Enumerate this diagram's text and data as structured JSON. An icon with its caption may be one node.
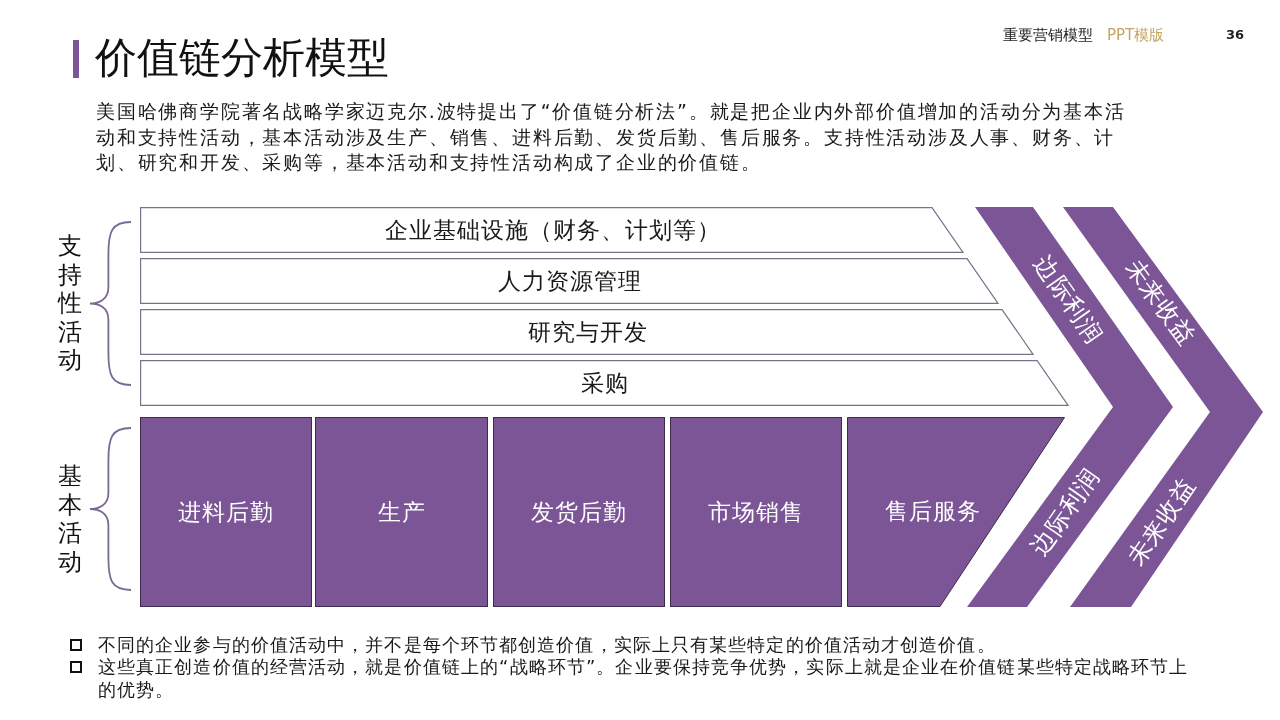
{
  "diagram": {
    "title": "价值链分析模型",
    "nodes": [
      {
        "text": [
          "企业基础设施（财务、计划等）"
        ]
      },
      {
        "text": [
          "人力资源管理"
        ]
      },
      {
        "text": [
          "研究与开发"
        ]
      },
      {
        "text": [
          "采购"
        ]
      },
      {
        "text": [
          "进料后勤"
        ]
      },
      {
        "text": [
          "生产"
        ]
      },
      {
        "text": [
          "发货后勤"
        ]
      },
      {
        "text": [
          "市场销售"
        ]
      },
      {
        "text": [
          "售后服务"
        ]
      },
      {
        "text": [
          "边际利润",
          "边际利润"
        ]
      },
      {
        "text": [
          "未来收益",
          "未来收益"
        ]
      }
    ],
    "labels": [
      "重要营销模型",
      "PPT模版",
      "36",
      "美国哈佛商学院著名战略学家迈克尔.波特提出了“价值链分析法”。就是把企业内外部价值增加的活动分为基本活动和支持性活动，基本活动涉及生产、销售、进料后勤、发货后勤、售后服务。支持性活动涉及人事、财务、计划、研究和开发、采购等，基本活动和支持性活动构成了企业的价值链。",
      "支持性活动",
      "基本活动",
      "不同的企业参与的价值活动中，并不是每个环节都创造价值，实际上只有某些特定的价值活动才创造价值。",
      "这些真正创造价值的经营活动，就是价值链上的“战略环节”。企业要保持竞争优势，实际上就是企业在价值链某些特定战略环节上的优势。"
    ]
  }
}
